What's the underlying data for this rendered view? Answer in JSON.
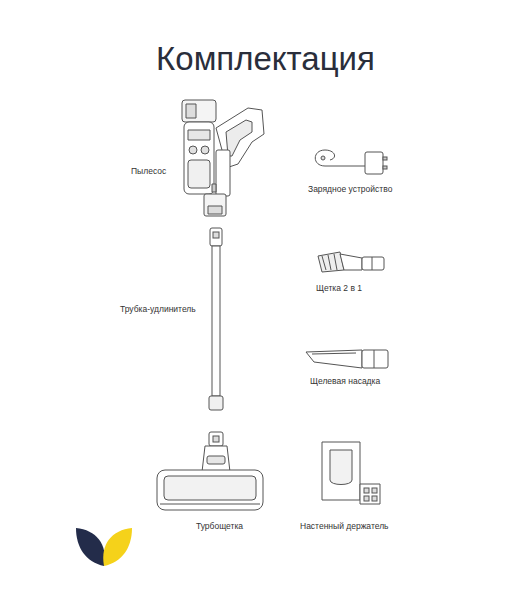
{
  "diagram": {
    "title": "Комплектация",
    "labels": [
      "Пылесос",
      "Зарядное устройство",
      "Трубка-удлинитель",
      "Щетка 2 в 1",
      "Щелевая насадка",
      "Турбощетка",
      "Настенный держатель"
    ]
  }
}
